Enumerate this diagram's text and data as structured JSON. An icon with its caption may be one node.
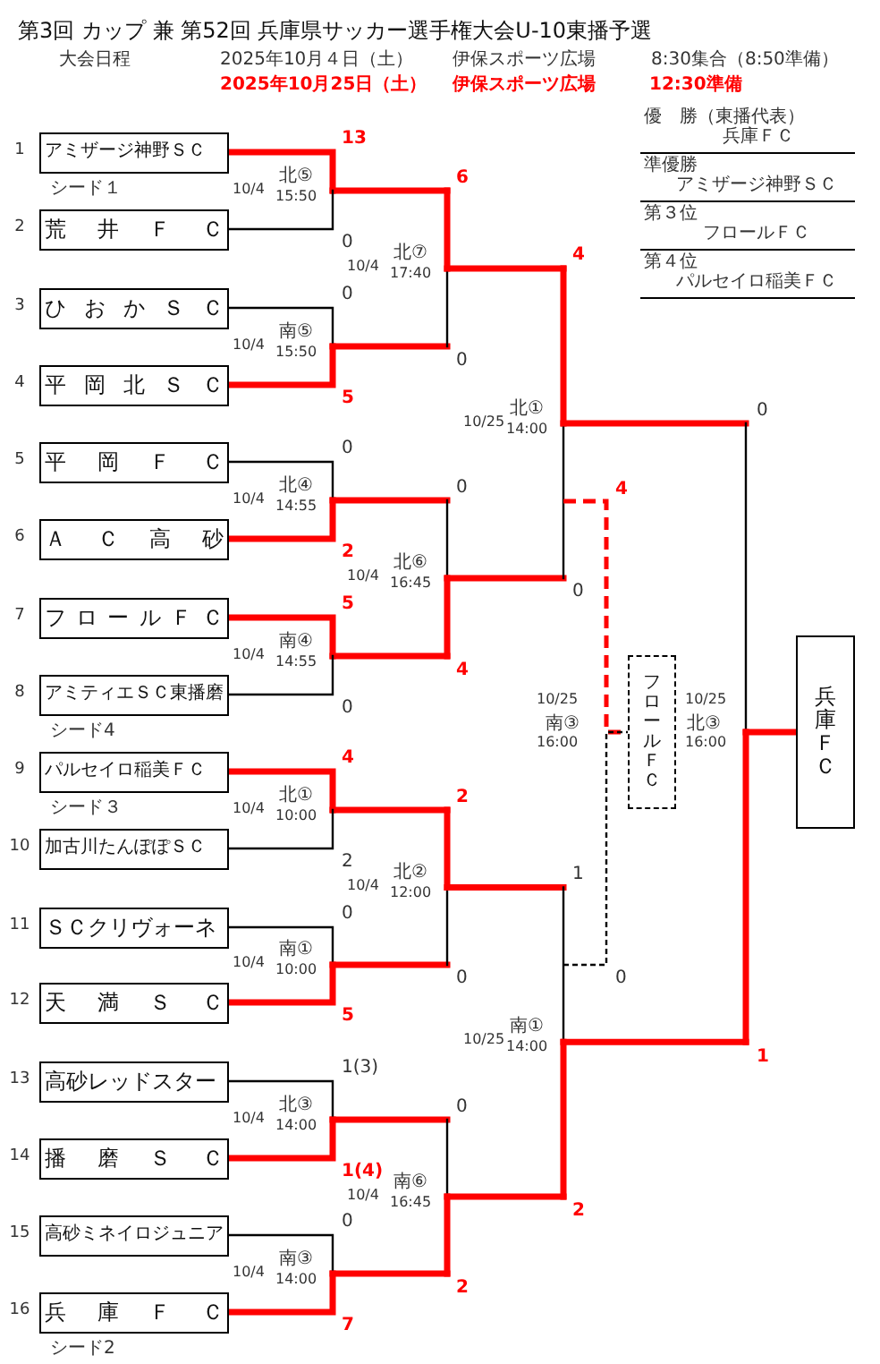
{
  "diagram": {
    "title": "第3回 カップ 兼 第52回 兵庫県サッカー選手権大会U-10東播予選",
    "nodes": [
      {
        "text": [
          "アミザージ神野ＳＣ"
        ],
        "beside": [
          "1",
          "シード１"
        ]
      },
      {
        "text": [
          "荒 井 Ｆ Ｃ"
        ],
        "beside": [
          "2"
        ]
      },
      {
        "text": [
          "ひ お か Ｓ Ｃ"
        ],
        "beside": [
          "3"
        ]
      },
      {
        "text": [
          "平 岡 北 Ｓ Ｃ"
        ],
        "beside": [
          "4"
        ]
      },
      {
        "text": [
          "平 岡 Ｆ Ｃ"
        ],
        "beside": [
          "5"
        ]
      },
      {
        "text": [
          "Ａ Ｃ 高 砂"
        ],
        "beside": [
          "6"
        ]
      },
      {
        "text": [
          "フ ロ ー ル Ｆ Ｃ"
        ],
        "beside": [
          "7"
        ]
      },
      {
        "text": [
          "アミティエＳＣ東播磨"
        ],
        "beside": [
          "8",
          "シード4"
        ]
      },
      {
        "text": [
          "パルセイロ稲美ＦＣ"
        ],
        "beside": [
          "9",
          "シード３"
        ]
      },
      {
        "text": [
          "加古川たんぽぽＳＣ"
        ],
        "beside": [
          "10"
        ]
      },
      {
        "text": [
          "ＳＣクリヴォーネ"
        ],
        "beside": [
          "11"
        ]
      },
      {
        "text": [
          "天 満 Ｓ Ｃ"
        ],
        "beside": [
          "12"
        ]
      },
      {
        "text": [
          "高砂レッドスター"
        ],
        "beside": [
          "13"
        ]
      },
      {
        "text": [
          "播 磨 Ｓ Ｃ"
        ],
        "beside": [
          "14"
        ]
      },
      {
        "text": [
          "高砂ミネイロジュニア"
        ],
        "beside": [
          "15"
        ]
      },
      {
        "text": [
          "兵 庫 Ｆ Ｃ"
        ],
        "beside": [
          "16",
          "シード2"
        ]
      },
      {
        "text": [
          "兵庫ＦＣ"
        ]
      },
      {
        "text": [
          "フロールＦＣ"
        ]
      }
    ],
    "edges": [
      {
        "from": 0,
        "to": null,
        "arrow": "none"
      },
      {
        "from": 1,
        "to": null,
        "arrow": "none",
        "color": "#000000"
      },
      {
        "from": 2,
        "to": null,
        "arrow": "none",
        "color": "#000000"
      },
      {
        "from": 3,
        "to": null,
        "arrow": "none"
      },
      {
        "from": 4,
        "to": null,
        "arrow": "none",
        "color": "#000000"
      },
      {
        "from": 5,
        "to": null,
        "arrow": "none"
      },
      {
        "from": 6,
        "to": null,
        "arrow": "none"
      },
      {
        "from": 7,
        "to": null,
        "arrow": "none",
        "color": "#000000"
      },
      {
        "from": 8,
        "to": null,
        "arrow": "none"
      },
      {
        "from": 9,
        "to": null,
        "arrow": "none",
        "color": "#000000"
      },
      {
        "from": 10,
        "to": null,
        "arrow": "none",
        "color": "#000000"
      },
      {
        "from": 11,
        "to": null,
        "arrow": "none"
      },
      {
        "from": 12,
        "to": null,
        "arrow": "none",
        "color": "#000000"
      },
      {
        "from": 13,
        "to": null,
        "arrow": "none"
      },
      {
        "from": 14,
        "to": null,
        "arrow": "none",
        "color": "#000000"
      },
      {
        "from": 15,
        "to": null,
        "arrow": "none"
      },
      {
        "from": null,
        "to": 16,
        "arrow": "none"
      },
      {
        "from": null,
        "to": 17,
        "arrow": "none",
        "style": "dashed"
      },
      {
        "from": null,
        "to": 17,
        "arrow": "none",
        "style": "dashed",
        "color": "#000000"
      }
    ],
    "labels": [
      "大会日程",
      "2025年10月４日（土）",
      "伊保スポーツ広場",
      "8:30集合（8:50準備）",
      "2025年10月25日（土）",
      "伊保スポーツ広場",
      "12:30準備",
      "優　勝（東播代表）",
      "兵庫ＦＣ",
      "準優勝",
      "アミザージ神野ＳＣ",
      "第３位",
      "フロールＦＣ",
      "第４位",
      "パルセイロ稲美ＦＣ",
      "13",
      "10/4",
      "北⑤",
      "15:50",
      "0",
      "0",
      "10/4",
      "南⑤",
      "15:50",
      "5",
      "0",
      "10/4",
      "北④",
      "14:55",
      "2",
      "5",
      "10/4",
      "南④",
      "14:55",
      "0",
      "4",
      "10/4",
      "北①",
      "10:00",
      "2",
      "0",
      "10/4",
      "南①",
      "10:00",
      "5",
      "1(3)",
      "10/4",
      "北③",
      "14:00",
      "1(4)",
      "0",
      "10/4",
      "南③",
      "14:00",
      "7",
      "6",
      "10/4",
      "北⑦",
      "17:40",
      "0",
      "0",
      "10/4",
      "北⑥",
      "16:45",
      "4",
      "2",
      "10/4",
      "北②",
      "12:00",
      "0",
      "0",
      "10/4",
      "南⑥",
      "16:45",
      "2",
      "4",
      "10/25",
      "北①",
      "14:00",
      "0",
      "1",
      "10/25",
      "南①",
      "14:00",
      "2",
      "4",
      "10/25",
      "南③",
      "16:00",
      "0",
      "0",
      "10/25",
      "北③",
      "16:00",
      "1"
    ]
  }
}
